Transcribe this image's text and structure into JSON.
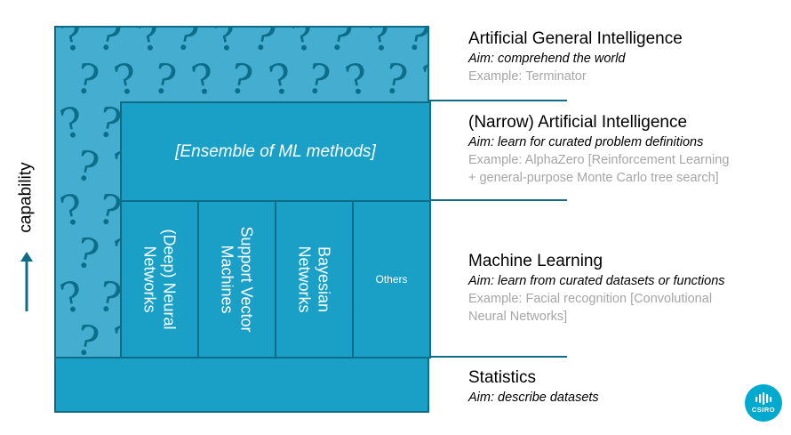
{
  "axis": {
    "label": "capability"
  },
  "diagram": {
    "ai_box_label": "[Ensemble of ML methods]",
    "ml_cells": [
      {
        "label": "(Deep) Neural\nNetworks"
      },
      {
        "label": "Support Vector\nMachines"
      },
      {
        "label": "Bayesian\nNetworks"
      },
      {
        "label": "Others"
      }
    ],
    "question_mark": "?"
  },
  "levels": [
    {
      "title": "Artificial General Intelligence",
      "aim": "Aim: comprehend the world",
      "example_lines": [
        "Example: Terminator"
      ]
    },
    {
      "title": "(Narrow) Artificial Intelligence",
      "aim": "Aim: learn for curated problem definitions",
      "example_lines": [
        "Example: AlphaZero [Reinforcement Learning",
        "+ general-purpose Monte Carlo tree search]"
      ]
    },
    {
      "title": "Machine Learning",
      "aim": "Aim: learn from curated datasets or functions",
      "example_lines": [
        "Example: Facial recognition [Convolutional",
        "Neural Networks]"
      ]
    },
    {
      "title": "Statistics",
      "aim": "Aim: describe datasets",
      "example_lines": []
    }
  ],
  "logo": {
    "text": "CSIRO"
  },
  "colors": {
    "outer_fill": "#45aed0",
    "inner_fill": "#1aa0c6",
    "border": "#0d6c86",
    "question_mark": "#0c6e8a",
    "example_text": "#a6a6a6",
    "logo": "#00a9ce"
  }
}
